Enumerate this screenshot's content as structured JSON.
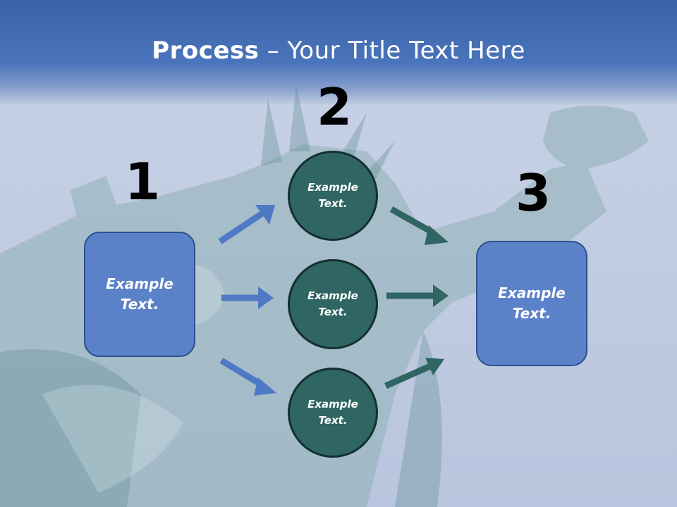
{
  "title": {
    "bold": "Process",
    "rest": " – Your Title Text Here"
  },
  "steps": [
    {
      "number": "1",
      "text": "Example\nText."
    },
    {
      "number": "2",
      "circles": [
        "Example\nText.",
        "Example\nText.",
        "Example\nText."
      ]
    },
    {
      "number": "3",
      "text": "Example\nText."
    }
  ],
  "colors": {
    "title_band": "#4a74bb",
    "box_fill": "#5b82c8",
    "circle_fill": "#2f6563",
    "arrow_blue": "#4f79c4",
    "arrow_teal": "#2f6563"
  }
}
